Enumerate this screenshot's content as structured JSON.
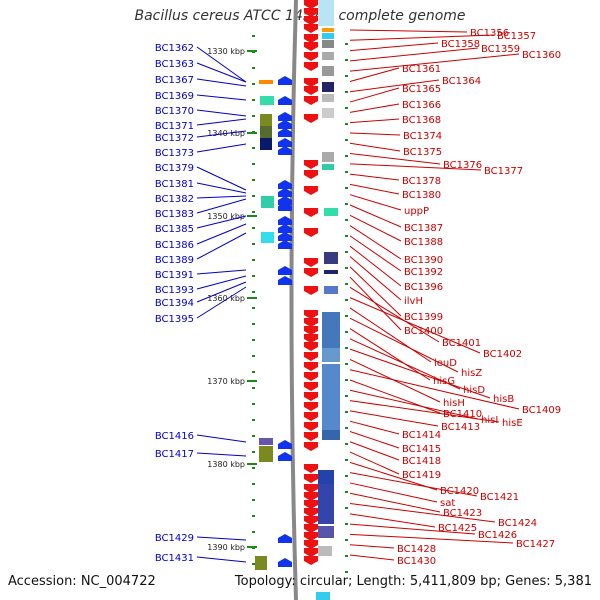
{
  "title": "Bacillus cereus ATCC 14579, complete genome",
  "footer": {
    "accession": "Accession: NC_004722",
    "summary": "Topology: circular; Length: 5,411,809 bp; Genes: 5,381"
  },
  "colors": {
    "forward_label": "#0000cc",
    "reverse_label": "#cc0000",
    "backbone": "#888888",
    "tick": "#1a8a1a"
  },
  "ruler": [
    {
      "label": "1330 kbp"
    },
    {
      "label": "1340 kbp"
    },
    {
      "label": "1350 kbp"
    },
    {
      "label": "1360 kbp"
    },
    {
      "label": "1370 kbp"
    },
    {
      "label": "1380 kbp"
    },
    {
      "label": "1390 kbp"
    }
  ],
  "forward_genes": [
    "BC1362",
    "BC1363",
    "BC1367",
    "BC1369",
    "BC1370",
    "BC1371",
    "BC1372",
    "BC1373",
    "BC1379",
    "BC1381",
    "BC1382",
    "BC1383",
    "BC1385",
    "BC1386",
    "BC1389",
    "BC1391",
    "BC1393",
    "BC1394",
    "BC1395",
    "BC1416",
    "BC1417",
    "BC1429",
    "BC1431"
  ],
  "reverse_genes": [
    "BC1356",
    "BC1357",
    "BC1358",
    "BC1359",
    "BC1360",
    "BC1361",
    "BC1364",
    "BC1365",
    "BC1366",
    "BC1368",
    "BC1374",
    "BC1375",
    "BC1376",
    "BC1377",
    "BC1378",
    "BC1380",
    "uppP",
    "BC1387",
    "BC1388",
    "BC1390",
    "BC1392",
    "BC1396",
    "ilvH",
    "BC1399",
    "BC1400",
    "BC1401",
    "BC1402",
    "leuD",
    "hisZ",
    "hisG",
    "hisD",
    "hisB",
    "hisH",
    "BC1409",
    "BC1410",
    "hisI",
    "hisE",
    "BC1413",
    "BC1414",
    "BC1415",
    "BC1418",
    "BC1419",
    "BC1420",
    "BC1421",
    "sat",
    "BC1423",
    "BC1424",
    "BC1425",
    "BC1426",
    "BC1427",
    "BC1428",
    "BC1430"
  ]
}
